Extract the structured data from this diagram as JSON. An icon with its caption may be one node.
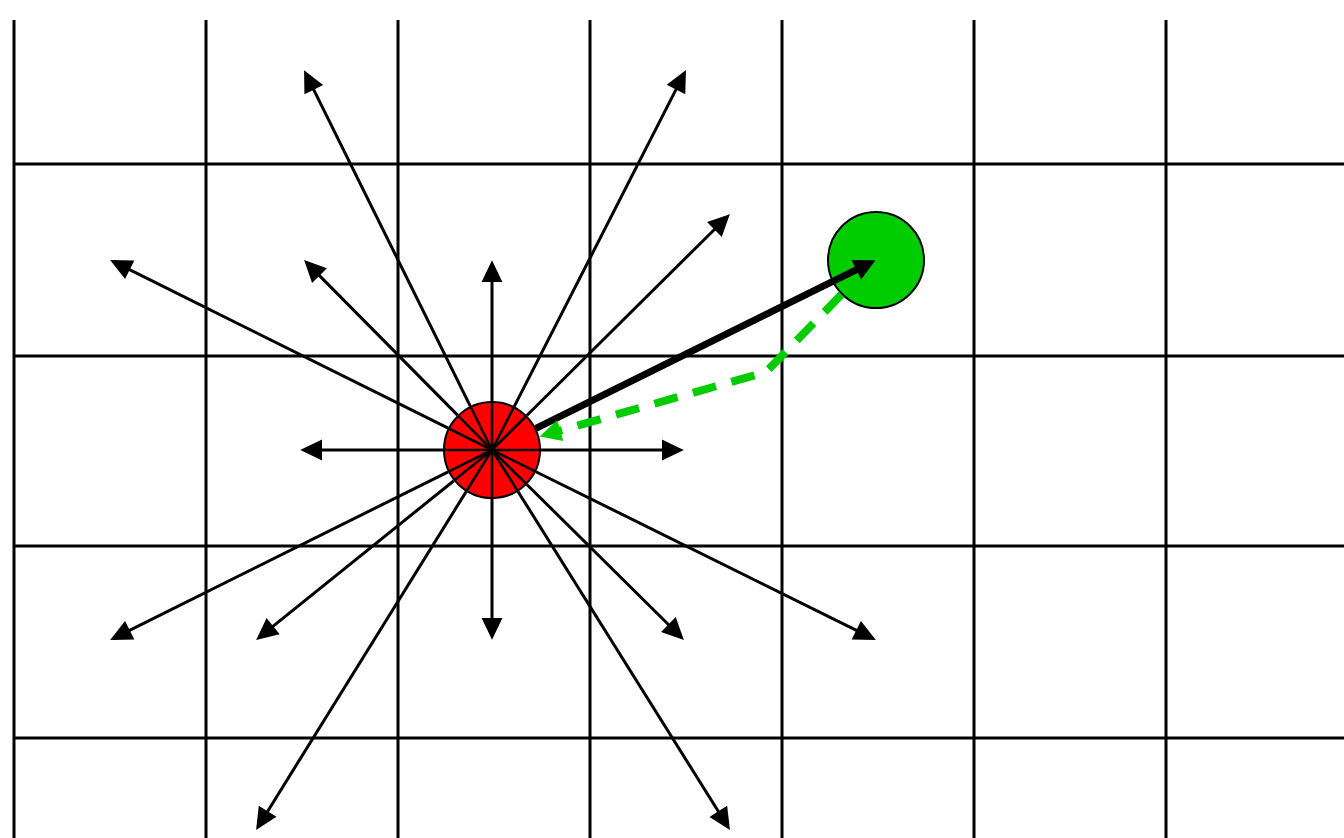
{
  "diagram": {
    "nodes": [
      {
        "text": [],
        "shape": "circle"
      },
      {
        "text": [],
        "shape": "circle"
      }
    ],
    "edges": [
      {
        "from": 0,
        "to": null,
        "arrow": "to"
      },
      {
        "from": 0,
        "to": null,
        "arrow": "to"
      },
      {
        "from": 0,
        "to": null,
        "arrow": "to"
      },
      {
        "from": 0,
        "to": null,
        "arrow": "to"
      },
      {
        "from": 0,
        "to": null,
        "arrow": "to"
      },
      {
        "from": 0,
        "to": null,
        "arrow": "to"
      },
      {
        "from": 0,
        "to": null,
        "arrow": "to"
      },
      {
        "from": 0,
        "to": null,
        "arrow": "to"
      },
      {
        "from": 0,
        "to": null,
        "arrow": "to"
      },
      {
        "from": 0,
        "to": null,
        "arrow": "to"
      },
      {
        "from": 0,
        "to": null,
        "arrow": "to"
      },
      {
        "from": 0,
        "to": null,
        "arrow": "to"
      },
      {
        "from": 0,
        "to": null,
        "arrow": "to"
      },
      {
        "from": 0,
        "to": null,
        "arrow": "to"
      },
      {
        "from": 0,
        "to": null,
        "arrow": "to"
      },
      {
        "from": 0,
        "to": 1,
        "arrow": "to",
        "style": "thick"
      },
      {
        "from": 1,
        "to": 0,
        "arrow": "to",
        "style": "dashed",
        "color": "#00cc00"
      }
    ]
  }
}
